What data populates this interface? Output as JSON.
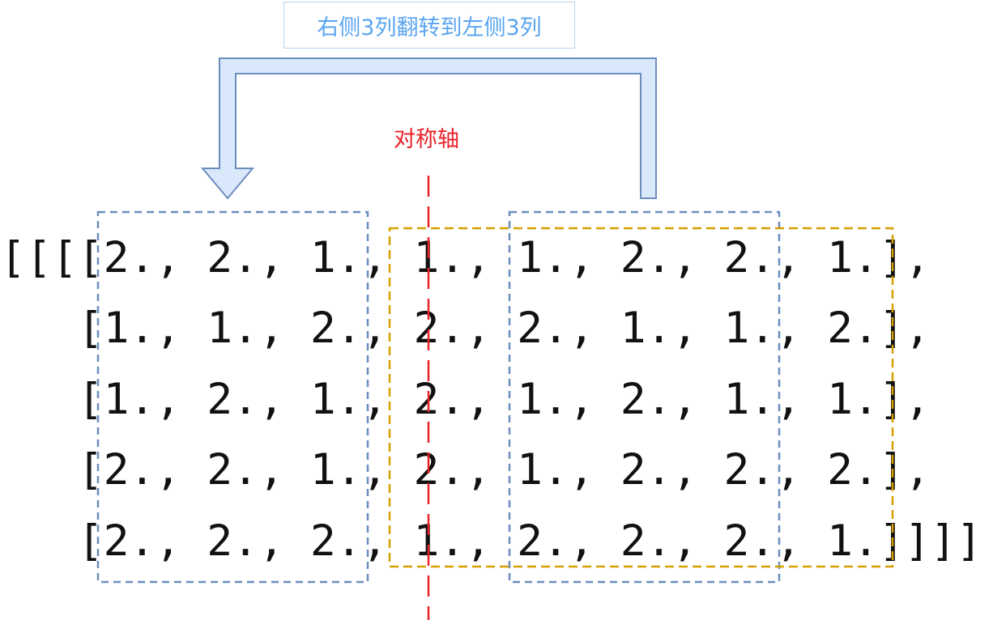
{
  "diagram": {
    "title": "右侧3列翻转到左侧3列",
    "axis_label": "对称轴",
    "rows": [
      "[[[[2., 2., 1., 1., 1., 2., 2., 1.],",
      "   [1., 1., 2., 2., 2., 1., 1., 2.],",
      "   [1., 2., 1., 2., 1., 2., 1., 1.],",
      "   [2., 2., 1., 2., 1., 2., 2., 2.],",
      "   [2., 2., 2., 1., 2., 2., 2., 1.]]]]"
    ],
    "colors": {
      "title_text": "#5aa5f0",
      "title_border": "#b7d3ee",
      "arrow_fill": "#dae8fc",
      "arrow_stroke": "#6c8ebf",
      "left_and_right_box": "#6c8ebf",
      "center_box": "#d6a000",
      "axis_line": "#e8222a"
    }
  }
}
